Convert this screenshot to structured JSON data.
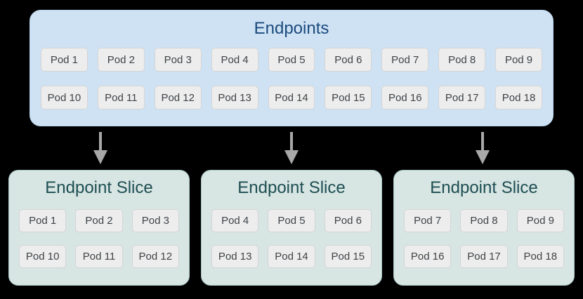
{
  "colors": {
    "background": "#000000",
    "endpoints_fill": "#cfe2f4",
    "endpoints_border": "#b9d4ee",
    "endpoints_title": "#1b4b7d",
    "slice_fill": "#d7e5e3",
    "slice_border": "#a9c5c2",
    "slice_title": "#1e4e52",
    "pod_fill": "#ededed",
    "pod_border": "#d4d4d4",
    "pod_text": "#3f4347",
    "arrow": "#a8a8a8"
  },
  "endpoints": {
    "title": "Endpoints",
    "pods": [
      "Pod 1",
      "Pod 2",
      "Pod 3",
      "Pod 4",
      "Pod 5",
      "Pod 6",
      "Pod 7",
      "Pod 8",
      "Pod 9",
      "Pod 10",
      "Pod 11",
      "Pod 12",
      "Pod 13",
      "Pod 14",
      "Pod 15",
      "Pod 16",
      "Pod 17",
      "Pod 18"
    ]
  },
  "arrows": [
    {
      "icon": "down-arrow"
    },
    {
      "icon": "down-arrow"
    },
    {
      "icon": "down-arrow"
    }
  ],
  "slices": [
    {
      "title": "Endpoint Slice",
      "pods": [
        "Pod 1",
        "Pod 2",
        "Pod 3",
        "Pod 10",
        "Pod 11",
        "Pod 12"
      ]
    },
    {
      "title": "Endpoint Slice",
      "pods": [
        "Pod 4",
        "Pod 5",
        "Pod 6",
        "Pod 13",
        "Pod 14",
        "Pod 15"
      ]
    },
    {
      "title": "Endpoint Slice",
      "pods": [
        "Pod 7",
        "Pod 8",
        "Pod 9",
        "Pod 16",
        "Pod 17",
        "Pod 18"
      ]
    }
  ]
}
